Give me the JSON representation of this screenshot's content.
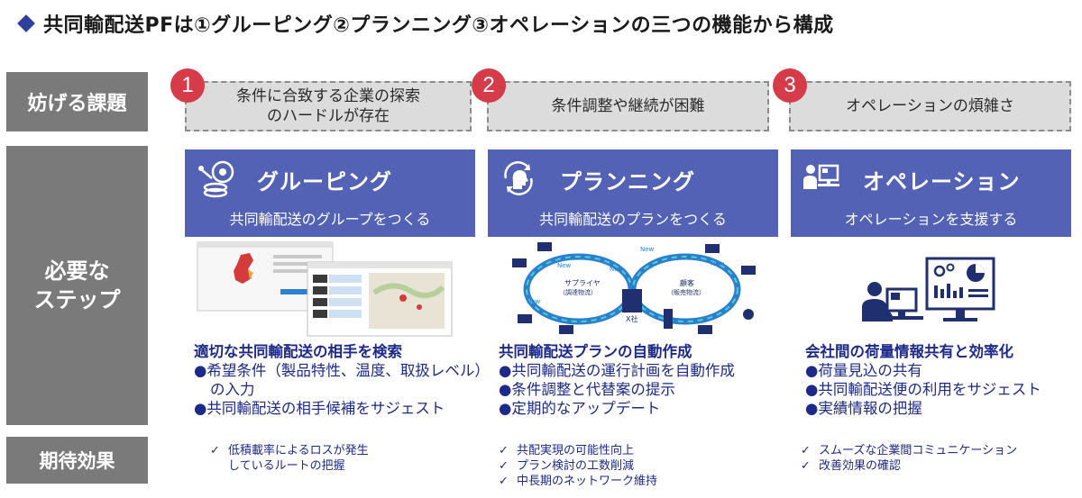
{
  "title": "共同輸配送PFは①グルーピング②プランニング③オペレーションの三つの機能から構成",
  "row_labels": {
    "challenges": "妨げる課題",
    "steps_line1": "必要な",
    "steps_line2": "ステップ",
    "effects": "期待効果"
  },
  "columns": [
    {
      "number": "1",
      "challenge_line1": "条件に合致する企業の探索",
      "challenge_line2": "のハードルが存在",
      "icon": "gear-dish-icon",
      "step_name": "グルーピング",
      "step_sub": "共同輸配送のグループをつくる",
      "feature_heading": "適切な共同輸配送の相手を検索",
      "features": [
        "●希望条件（製品特性、温度、取扱レベル）の入力",
        "●共同輸配送の相手候補をサジェスト"
      ],
      "effects": [
        "低積載率によるロスが発生",
        "しているルートの把握"
      ]
    },
    {
      "number": "2",
      "challenge_line1": "条件調整や継続が困難",
      "challenge_line2": "",
      "icon": "head-cycle-icon",
      "step_name": "プランニング",
      "step_sub": "共同輸配送のプランをつくる",
      "feature_heading": "共同輸配送プランの自動作成",
      "features": [
        "●共同輸配送の運行計画を自動作成",
        "●条件調整と代替案の提示",
        "●定期的なアップデート"
      ],
      "effects": [
        "共配実現の可能性向上",
        "プラン検討の工数削減",
        "中長期のネットワーク維持"
      ],
      "diagram": {
        "left_label_line1": "サプライヤ",
        "left_label_line2": "（調達物流）",
        "right_label_line1": "顧客",
        "right_label_line2": "（販売物流）",
        "center_label": "X社",
        "new_tag": "New"
      }
    },
    {
      "number": "3",
      "challenge_line1": "オペレーションの煩雑さ",
      "challenge_line2": "",
      "icon": "person-monitor-icon",
      "step_name": "オペレーション",
      "step_sub": "オペレーションを支援する",
      "feature_heading": "会社間の荷量情報共有と効率化",
      "features": [
        "●荷量見込の共有",
        "●共同輸配送便の利用をサジェスト",
        "●実績情報の把握"
      ],
      "effects": [
        "スムーズな企業間コミュニケーション",
        "改善効果の確認"
      ]
    }
  ],
  "check_mark": "✓",
  "colors": {
    "accent_blue": "#5462b5",
    "label_gray": "#7a7a7a",
    "badge_red": "#d63b4a",
    "text_navy": "#1d2a8a"
  }
}
